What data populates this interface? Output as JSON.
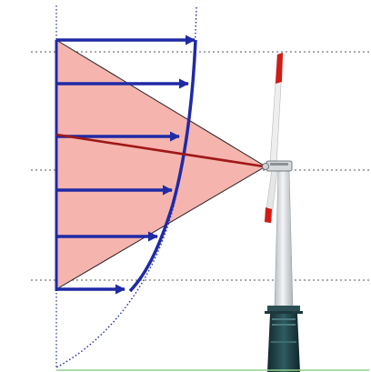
{
  "diagram": {
    "colors": {
      "background": "#ffffff",
      "guide_lines": "#555555",
      "axis": "#1f2aa6",
      "wind_vectors": "#1f2aa6",
      "profile_curve": "#1f2aa6",
      "rotor_sector_fill": "#f5b4ad",
      "rotor_sector_edge": "#222222",
      "reference_vector": "#a01818",
      "tower": "#dfe3e6",
      "nacelle": "#d6d9dc",
      "blade": "#eeeeee",
      "blade_tip": "#d21b14",
      "transition_piece": "#234a4f",
      "foundation": "#1c3a3f",
      "ground_line": "#8fd08f"
    },
    "wind_vectors_relative_length": [
      1.0,
      0.955,
      0.89,
      0.835,
      0.728,
      0.471
    ]
  }
}
